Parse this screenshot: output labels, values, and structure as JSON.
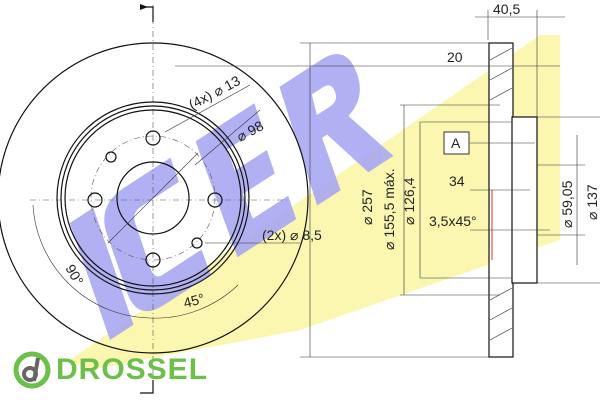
{
  "logo": {
    "text": "ICER",
    "watermark": "DROSSEL"
  },
  "brand": {
    "name": "DROSSEL",
    "icon_letter": "d",
    "color": "#6cc04a"
  },
  "colors": {
    "logo_yellow": "#fbf7b0",
    "logo_blue": "#a9a8f2"
  },
  "front_view": {
    "holes_4x": "(4x) ⌀ 13",
    "bolt_circle": "⌀ 98",
    "holes_2x": "(2x) ⌀ 8,5",
    "angle_90": "90°",
    "angle_45": "45°"
  },
  "side_view": {
    "total_height": "40,5",
    "thickness": "20",
    "datum": "A",
    "outer_diameter": "⌀ 257",
    "max_diameter": "⌀ 155,5 máx.",
    "inner_diameter": "⌀ 126,4",
    "hat_depth": "34",
    "chamfer": "3,5x45°",
    "center_bore": "⌀ 59,05",
    "hat_diameter": "⌀ 137"
  }
}
